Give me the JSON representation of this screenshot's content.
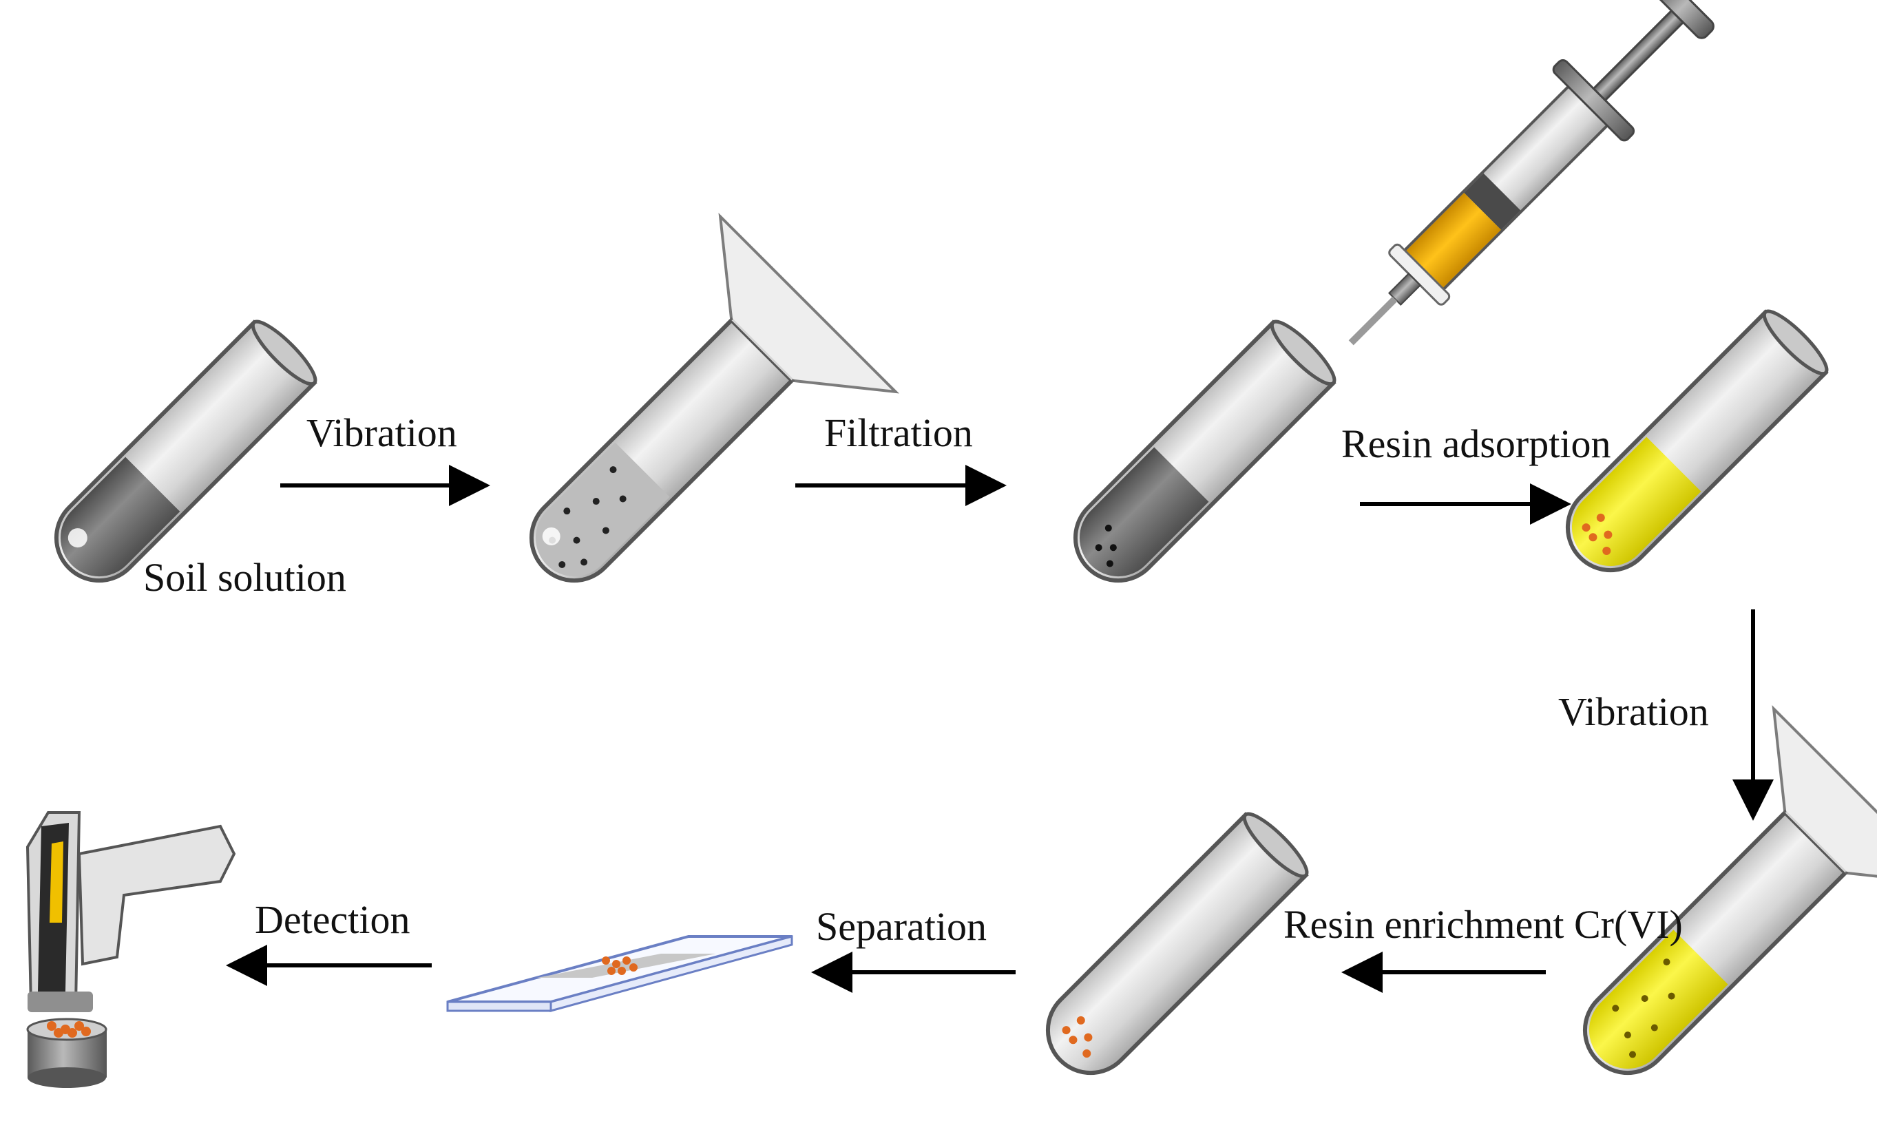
{
  "steps": {
    "soil_solution": "Soil solution",
    "vibration_1": "Vibration",
    "filtration": "Filtration",
    "resin_adsorption": "Resin adsorption",
    "vibration_2": "Vibration",
    "resin_enrichment": "Resin enrichment Cr(VI)",
    "separation": "Separation",
    "detection": "Detection"
  },
  "icons": [
    "test-tube-icon",
    "centrifuge-tube-icon",
    "syringe-icon",
    "xrf-analyzer-icon",
    "glass-slide-icon",
    "sample-cup-icon"
  ],
  "colors": {
    "tube_glass": "#dcdcdc",
    "tube_outline": "#5a5a5a",
    "soil_liquid": "#6e6e6e",
    "resin_solution": "#f2ea00",
    "syringe_liquid": "#f0a800",
    "resin_beads": "#e0691f",
    "arrow": "#000000"
  }
}
